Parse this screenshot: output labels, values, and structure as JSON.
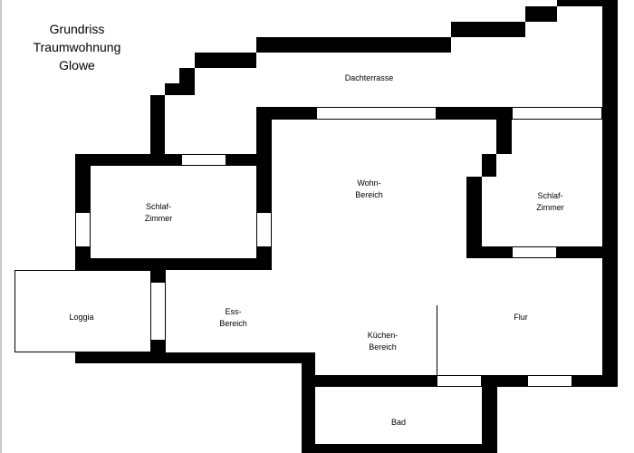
{
  "title": {
    "lines": [
      "Grundriss",
      "Traumwohnung",
      "Glowe"
    ]
  },
  "rooms": {
    "dachterrasse": "Dachterrasse",
    "wohn": [
      "Wohn-",
      "Bereich"
    ],
    "schlaf_left": [
      "Schlaf-",
      "Zimmer"
    ],
    "schlaf_right": [
      "Schlaf-",
      "Zimmer"
    ],
    "loggia": "Loggia",
    "ess": [
      "Ess-",
      "Bereich"
    ],
    "kuechen": [
      "Küchen-",
      "Bereich"
    ],
    "flur": "Flur",
    "bad": "Bad"
  },
  "colors": {
    "wall": "#000000",
    "background": "#ffffff",
    "window": "#ffffff"
  }
}
